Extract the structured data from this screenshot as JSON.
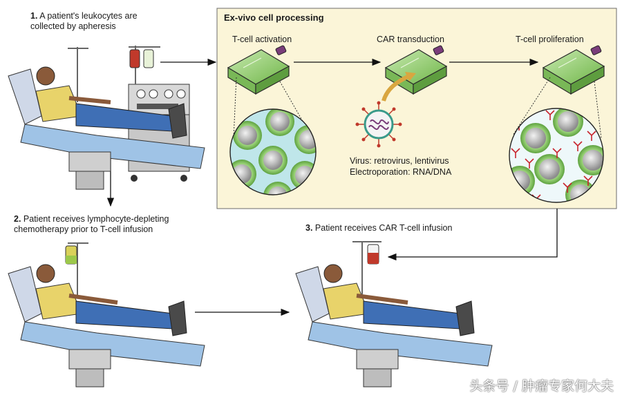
{
  "steps": {
    "step1": {
      "number": "1.",
      "line1": "A patient's leukocytes are",
      "line2": "collected by apheresis"
    },
    "step2": {
      "number": "2.",
      "line1": "Patient receives lymphocyte-depleting",
      "line2": "chemotherapy prior to T-cell infusion"
    },
    "step3": {
      "number": "3.",
      "line1": "Patient receives CAR T-cell infusion"
    }
  },
  "panel": {
    "title": "Ex-vivo cell processing",
    "activation": "T-cell activation",
    "transduction": "CAR transduction",
    "proliferation": "T-cell proliferation",
    "virus_line1": "Virus: retrovirus, lentivirus",
    "virus_line2": "Electroporation: RNA/DNA"
  },
  "watermark": "头条号 / 肿瘤专家何大夫",
  "colors": {
    "panel_bg": "#fbf5d8",
    "flask_green": "#8fcd6a",
    "cell_green": "#7fbf5a",
    "media_blue": "#bfe6ea",
    "antibody_red": "#c8232c",
    "shirt_yellow": "#e8d36a",
    "pants_blue": "#3f6fb5",
    "chair_blue": "#9fc3e6",
    "chair_gray": "#cfcfcf"
  }
}
